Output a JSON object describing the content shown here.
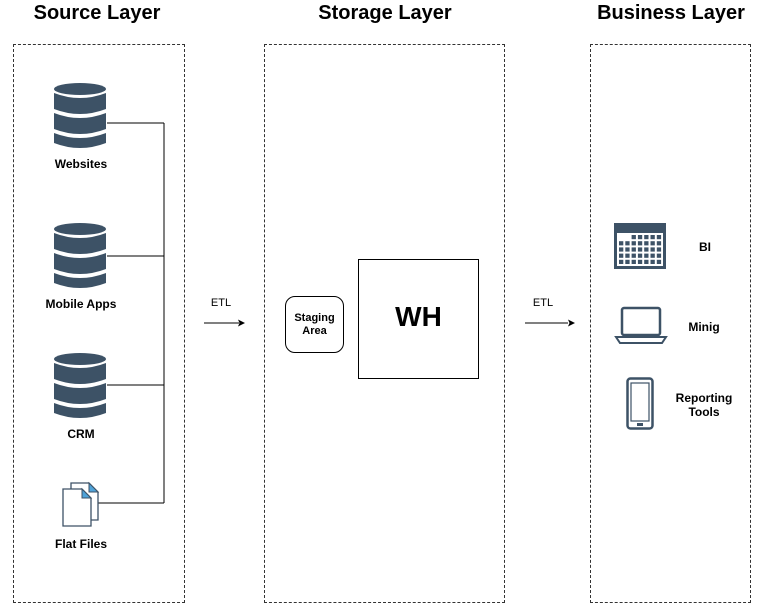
{
  "layers": {
    "source": {
      "title": "Source Layer"
    },
    "storage": {
      "title": "Storage Layer"
    },
    "business": {
      "title": "Business Layer"
    }
  },
  "sources": [
    {
      "label": "Websites",
      "icon": "database-icon"
    },
    {
      "label": "Mobile Apps",
      "icon": "database-icon"
    },
    {
      "label": "CRM",
      "icon": "database-icon"
    },
    {
      "label": "Flat Files",
      "icon": "documents-icon"
    }
  ],
  "etl": {
    "left_label": "ETL",
    "right_label": "ETL"
  },
  "storage": {
    "staging_label": "Staging Area",
    "warehouse_label": "WH"
  },
  "business": [
    {
      "label": "BI",
      "icon": "calendar-grid-icon"
    },
    {
      "label": "Minig",
      "icon": "laptop-icon"
    },
    {
      "label": "Reporting Tools",
      "icon": "tablet-icon"
    }
  ],
  "colors": {
    "icon_fill": "#3d5266",
    "doc_accent": "#4fa3d9",
    "border": "#333333"
  }
}
